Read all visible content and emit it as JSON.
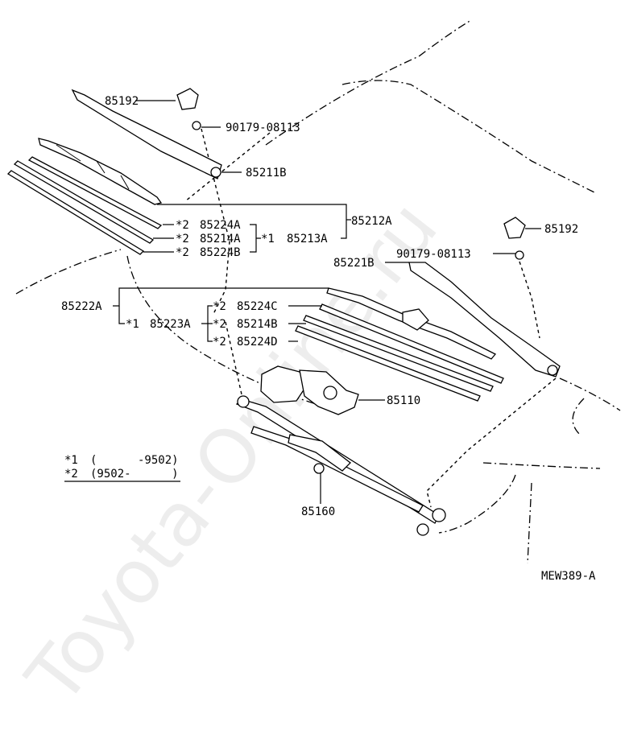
{
  "watermark": "Toyota-Online.ru",
  "diagram_code": "MEW389-A",
  "parts": {
    "cap_left": "85192",
    "nut_left": "90179-08113",
    "arm_left": "85211B",
    "blade_assy_driver": "85212A",
    "rubber_a": "85224A",
    "insert_a": "85214A",
    "blade_a": "85213A",
    "rubber_b": "85224B",
    "cap_right": "85192",
    "nut_right": "90179-08113",
    "arm_right": "85221B",
    "blade_assy_passenger": "85222A",
    "blade_passenger": "85223A",
    "rubber_c": "85224C",
    "insert_b": "85214B",
    "rubber_d": "85224D",
    "motor": "85110",
    "link": "85160"
  },
  "marks": {
    "star1": "*1",
    "star2": "*2"
  },
  "legend": {
    "row1_mark": "*1",
    "row1_range": "(      -9502)",
    "row2_mark": "*2",
    "row2_range": "(9502-      )"
  }
}
